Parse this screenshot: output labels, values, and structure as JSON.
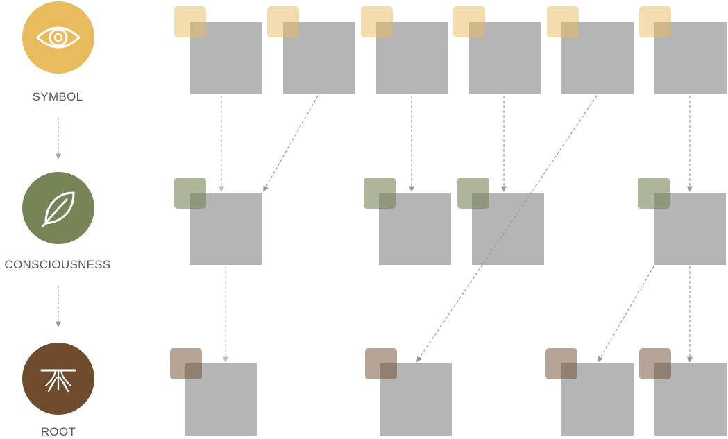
{
  "levels": {
    "symbol": {
      "label": "SYMBOL",
      "icon": "eye-icon",
      "color": "#e7bb5e",
      "tag_color": "#f1d9a3"
    },
    "consciousness": {
      "label": "CONSCIOUSNESS",
      "icon": "leaf-icon",
      "color": "#778458",
      "tag_color": "#a7ae93"
    },
    "root": {
      "label": "ROOT",
      "icon": "roots-icon",
      "color": "#6e4c2d",
      "tag_color": "#b2a092"
    }
  },
  "card_color": "#b5b5b5",
  "arrow_color": "#999999",
  "legend_arrow_color": "#8fada3"
}
